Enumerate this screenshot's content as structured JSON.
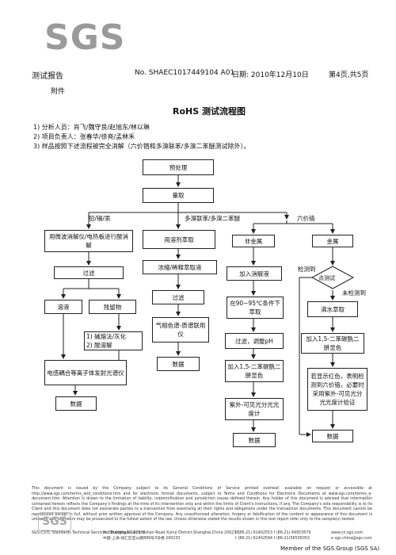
{
  "header": {
    "logo_text": "SGS",
    "report_label": "测试报告",
    "report_no": "No. SHAEC1017449104  A01",
    "date": "日期: 2010年12月10日",
    "page": "第4页,共5页",
    "attachment": "附件"
  },
  "title": "RoHS 测试流程图",
  "notes": [
    "1)  分析人员：肖飞/魏守良/赵旭东/林以琳",
    "2)  项目负责人：张春华/徐亮/孟林禾",
    "3)  样品按照下述流程被完全消解（六价铬和多溴联苯/多溴二苯醚测试除外）。"
  ],
  "flow": {
    "pretreat": "预处理",
    "weigh": "量取",
    "branch_metal": "铅/镉/汞",
    "branch_pbb": "多溴联苯/多溴二苯醚",
    "branch_cr": "六价铬",
    "acid_digest": "用微波消解仪/电热板进行酸消解",
    "filter1": "过滤",
    "solution": "溶液",
    "residue": "残留物",
    "residue_treat": "1) 碱熔法/灰化\n2) 酸溶解",
    "icp": "电感耦合等离子体发射光谱仪",
    "data1": "数据",
    "solvent_extract": "用溶剂萃取",
    "concentrate": "浓缩/稀释萃取液",
    "filter2": "过滤",
    "gcms": "气相色谱-质谱联用仪",
    "data2": "数据",
    "nonmetal": "非金属",
    "alkali_digest": "加入消解液",
    "heat": "在90~95℃条件下萃取",
    "filter_ph": "过滤，调整pH",
    "add_dpc": "加入1,5-二苯碳酰二肼显色",
    "uvvis": "紫外-可见光分光光度计",
    "data3": "数据",
    "metal": "金属",
    "detected": "检测到",
    "spot_test": "点测试",
    "not_detected": "未检测到",
    "boil_extract": "沸水萃取",
    "add_dpc2": "加入1,5-二苯碳酰二肼显色",
    "red_note": "若显示红色，表明检测到六价铬，必要时采用紫外-可见光分光光度计验证",
    "data4": "数据"
  },
  "footer": {
    "disclaimer": "This document is issued by the Company subject to its General Conditions of Service printed overleaf, available on request or accessible at http://www.sgs.com/terms_and_conditions.htm and for electronic format documents, subject to Terms and Conditions for Electronic Documents at www.sgs.com/terms_e-document.htm. Attention is drawn to the limitation of liability, indemnification and jurisdiction issues defined therein. Any holder of this document is advised that information contained hereon reflects the Company's findings at the time of its intervention only and within the limits of Client's instructions, if any. The Company's sole responsibility is to its Client and this document does not exonerate parties to a transaction from exercising all their rights and obligations under the transaction documents. This document cannot be reproduced except in full, without prior written approval of the Company. Any unauthorized alteration, forgery or falsification of the content or appearance of this document is unlawful and offenders may be prosecuted to the fullest extent of the law. Unless otherwise stated the results shown in this test report refer only to the sample(s) tested.",
    "stamp": "SGS",
    "company": "SGS-CSTC Standards Technical Services (Shanghai) Co., Ltd.",
    "address_en": "3rd Building,No.889 Yishan Road Xuhui District,Shanghai,China  200233",
    "address_cn": "中国·上海·徐汇区宜山路889号3号楼  200233",
    "tel1": "t (86-21) 61402553    f (86-21) 64953679",
    "tel2": "t (86-21) 61402594    f (86-21)56505053",
    "web1": "www.cn.sgs.com",
    "web2": "e sgs.china@sgs.com",
    "member": "Member of the SGS Group (SGS SA)"
  }
}
